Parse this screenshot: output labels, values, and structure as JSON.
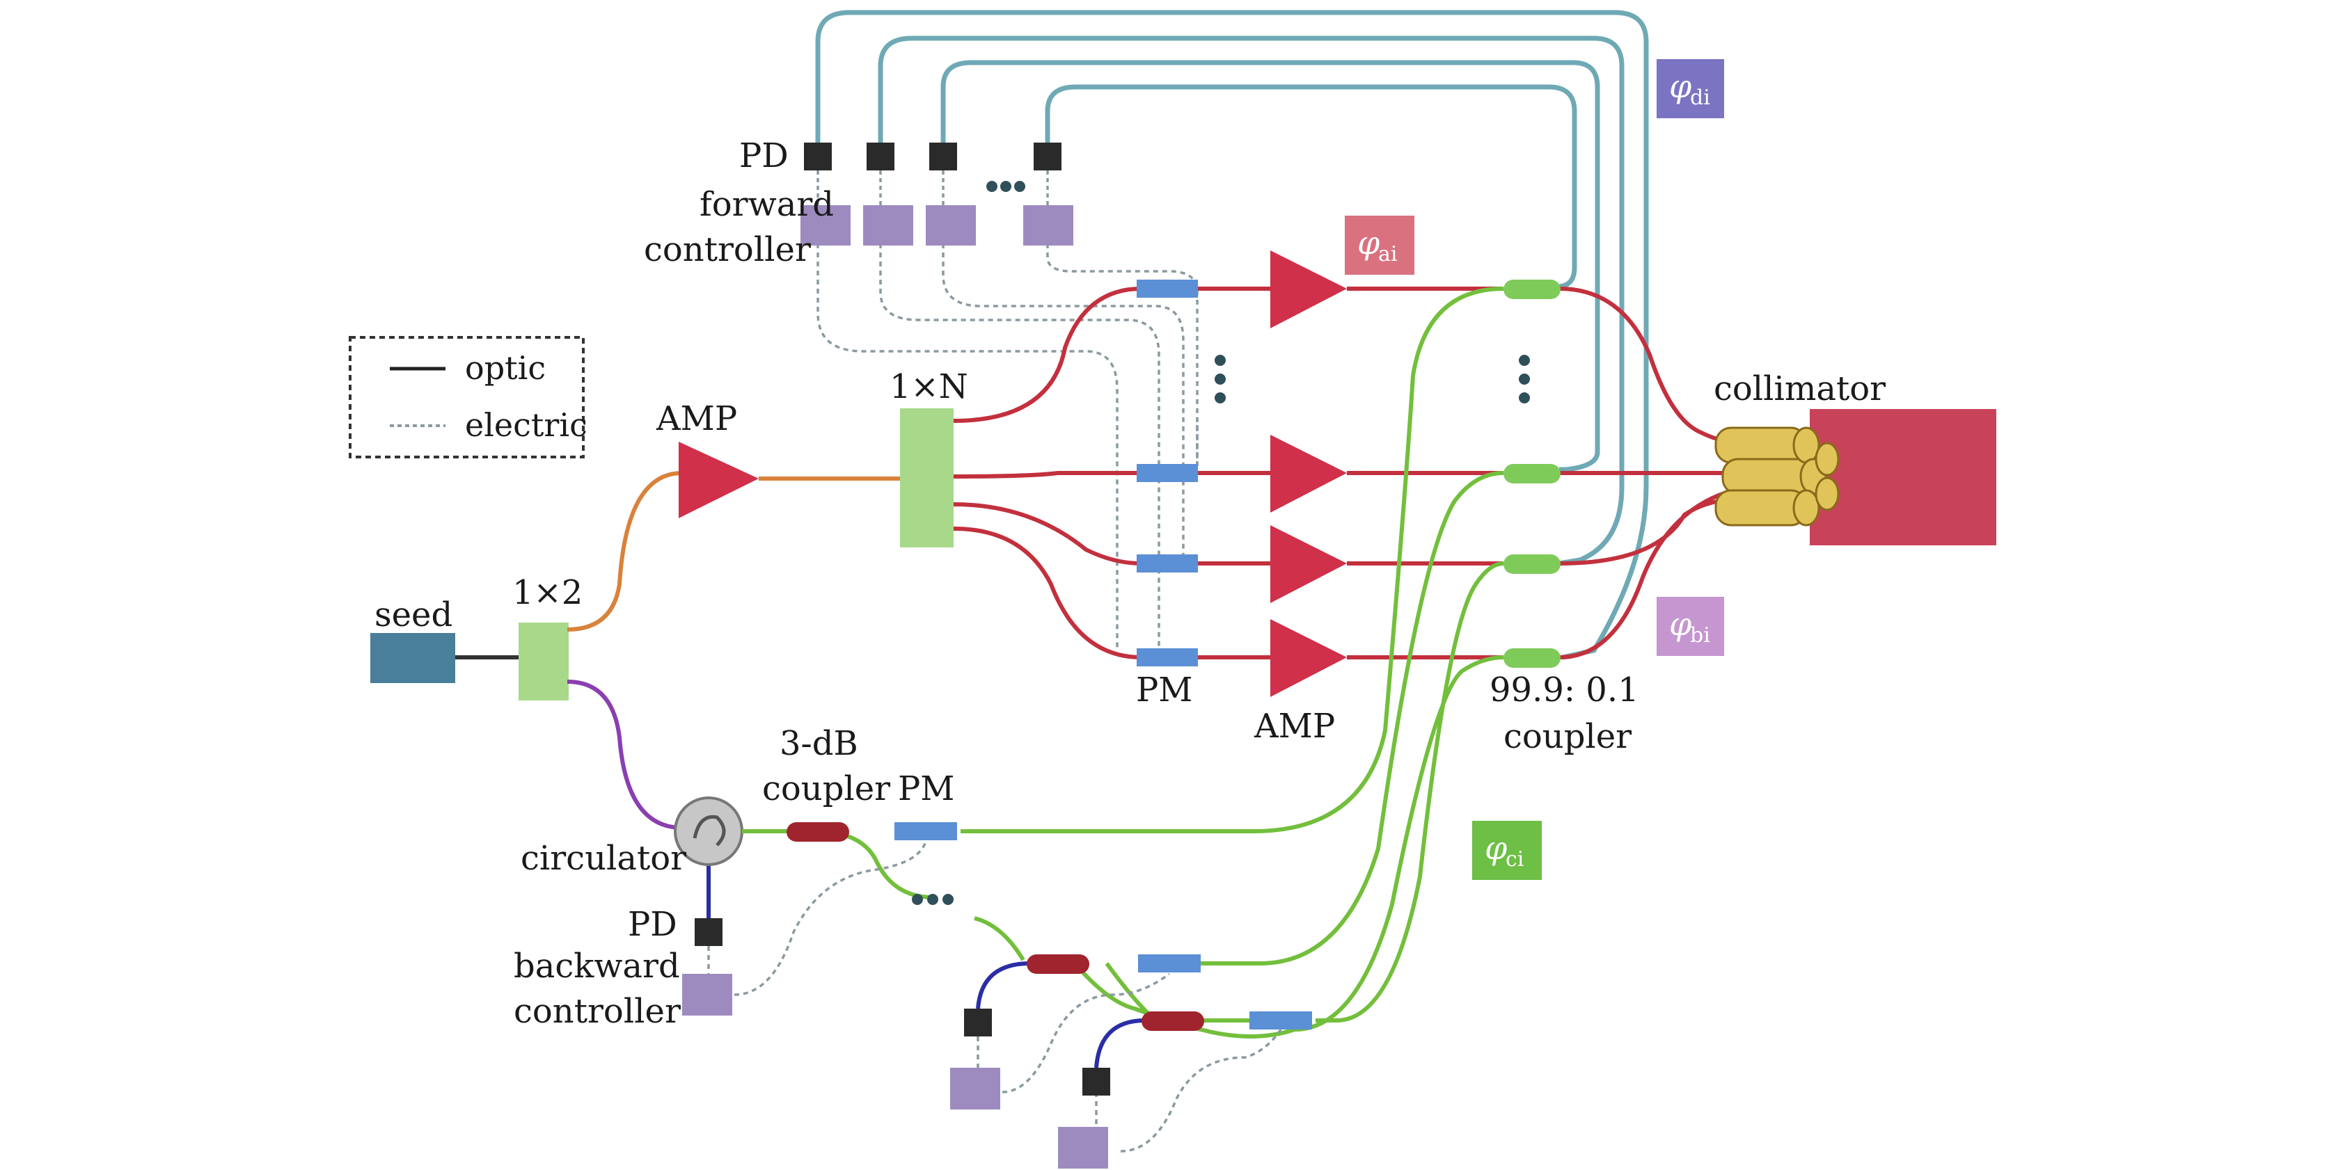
{
  "labels": {
    "seed": "seed",
    "splitter_1x2": "1×2",
    "amp_top": "AMP",
    "splitter_1xN": "1×N",
    "pd_top": "PD",
    "forward_controller_1": "forward",
    "forward_controller_2": "controller",
    "pm_bottom": "PM",
    "amp_bottom": "AMP",
    "coupler_ratio_1": "99.9: 0.1",
    "coupler_ratio_2": "coupler",
    "collimator": "collimator",
    "circulator": "circulator",
    "pd_back": "PD",
    "backward_controller_1": "backward",
    "backward_controller_2": "controller",
    "coupler_3db_1": "3-dB",
    "coupler_3db_2": "coupler",
    "pm_ref": "PM"
  },
  "legend": {
    "optic": "optic",
    "electric": "electric"
  },
  "phases": {
    "di": {
      "symbol": "φ",
      "sub": "di",
      "color": "#7b74c2"
    },
    "ai": {
      "symbol": "φ",
      "sub": "ai",
      "color": "#d9717f"
    },
    "bi": {
      "symbol": "φ",
      "sub": "bi",
      "color": "#c596cf"
    },
    "ci": {
      "symbol": "φ",
      "sub": "ci",
      "color": "#6dbf45"
    }
  },
  "colors": {
    "seed": "#4a7f9c",
    "splitter": "#a8d98a",
    "amp": "#d0304a",
    "pd": "#2a2a2a",
    "controller": "#9d8bc0",
    "pm": "#5b8fd6",
    "coupler_green": "#7fcb5a",
    "coupler_red": "#a0242e",
    "fiber_red": "#c3303d",
    "fiber_orange": "#d9823a",
    "fiber_purple": "#8a3fb0",
    "fiber_green": "#73bf3c",
    "fiber_blue": "#2a2ea6",
    "cable_teal": "#6fa9b5",
    "electric": "#8a9aa0",
    "collimator": "#e0c45a",
    "output_beam": "#c8435a"
  }
}
